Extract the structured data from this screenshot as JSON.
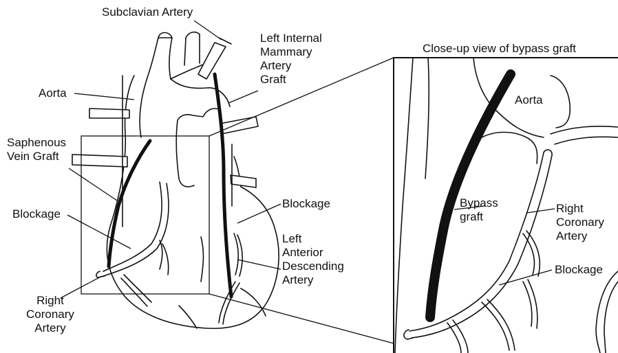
{
  "labels": {
    "subclavian_artery": "Subclavian Artery",
    "limag_line1": "Left Internal",
    "limag_line2": "Mammary",
    "limag_line3": "Artery",
    "limag_line4": "Graft",
    "aorta": "Aorta",
    "svg_line1": "Saphenous",
    "svg_line2": "Vein Graft",
    "blockage_left": "Blockage",
    "blockage_right": "Blockage",
    "lad_line1": "Left",
    "lad_line2": "Anterior",
    "lad_line3": "Descending",
    "lad_line4": "Artery",
    "rca_line1": "Right",
    "rca_line2": "Coronary",
    "rca_line3": "Artery"
  },
  "inset": {
    "title": "Close-up view of bypass graft",
    "aorta": "Aorta",
    "bypass_line1": "Bypass",
    "bypass_line2": "graft",
    "rca_line1": "Right",
    "rca_line2": "Coronary",
    "rca_line3": "Artery",
    "blockage": "Blockage"
  }
}
